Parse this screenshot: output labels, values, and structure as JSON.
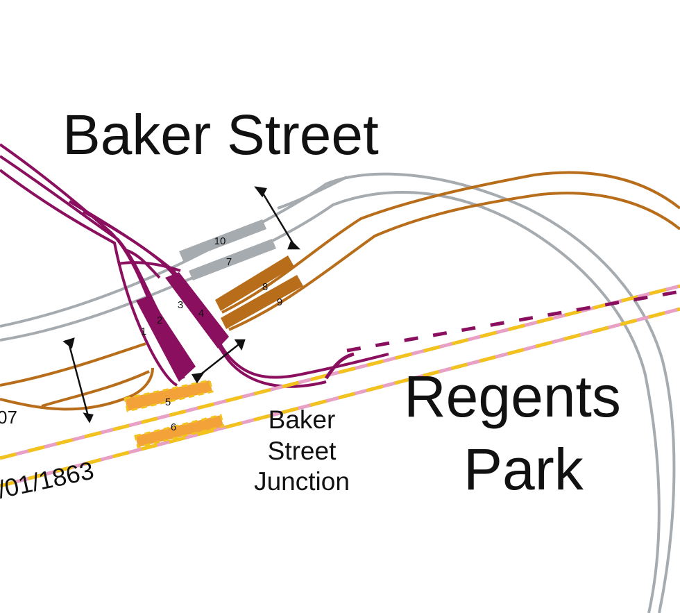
{
  "map": {
    "station_baker_street": "Baker Street",
    "station_regents_park": [
      "Regents",
      "Park"
    ],
    "junction_label": [
      "Baker",
      "Street",
      "Junction"
    ],
    "date_label": "/01/1863",
    "partial_label": "07",
    "platforms": [
      "1",
      "2",
      "3",
      "4",
      "5",
      "6",
      "7",
      "8",
      "9",
      "10"
    ],
    "colors": {
      "metropolitan": "#8b0f5f",
      "bakerloo": "#b86d1a",
      "jubilee": "#a6abb0",
      "circle": "#f2c21d",
      "hammersmith": "#e8a0c4",
      "platform_orange": "#f3a23a"
    }
  }
}
